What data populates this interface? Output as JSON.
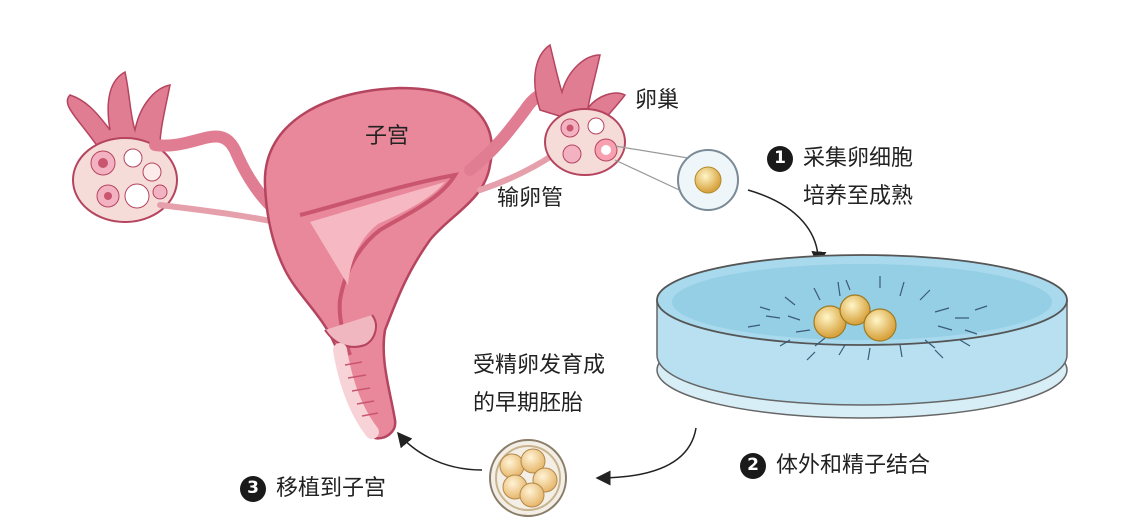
{
  "labels": {
    "uterus": "子宫",
    "ovary": "卵巢",
    "oviduct": "输卵管",
    "embryo_line1": "受精卵发育成",
    "embryo_line2": "的早期胚胎"
  },
  "steps": [
    {
      "number": "1",
      "line1": "采集卵细胞",
      "line2": "培养至成熟"
    },
    {
      "number": "2",
      "line1": "体外和精子结合"
    },
    {
      "number": "3",
      "line1": "移植到子宫"
    }
  ],
  "colors": {
    "uterus": "#e8889a",
    "tissue_dark": "#c9566e",
    "dish_water": "#a9d9ec",
    "cells": "#e8c75a"
  }
}
